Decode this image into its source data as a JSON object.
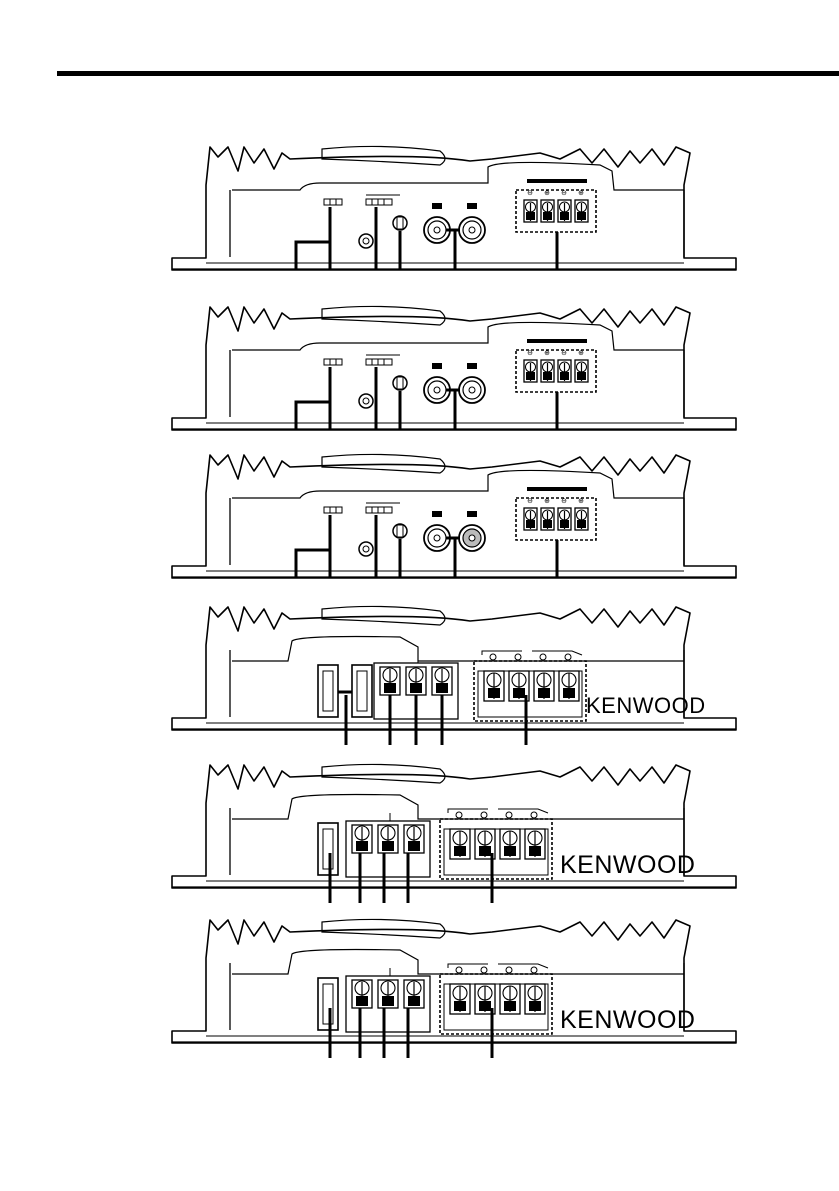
{
  "brand": "KENWOOD",
  "panels": [
    {
      "id": "top-panel-1",
      "type": "signal",
      "brand_visible": false
    },
    {
      "id": "top-panel-2",
      "type": "signal",
      "brand_visible": false
    },
    {
      "id": "top-panel-3",
      "type": "signal",
      "brand_visible": false
    },
    {
      "id": "power-panel-1",
      "type": "power",
      "fuses": 2,
      "brand_visible": true
    },
    {
      "id": "power-panel-2",
      "type": "power",
      "fuses": 1,
      "brand_visible": true
    },
    {
      "id": "power-panel-3",
      "type": "power",
      "fuses": 1,
      "brand_visible": true
    }
  ]
}
